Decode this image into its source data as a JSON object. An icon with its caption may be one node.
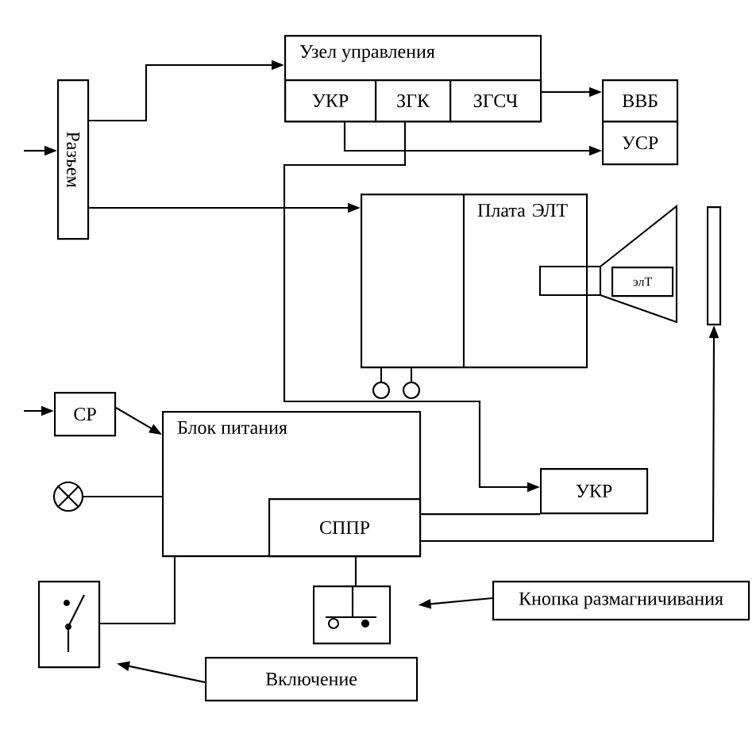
{
  "diagram": {
    "nodes": [
      {
        "text": [
          "Разъем"
        ]
      },
      {
        "text": [
          "Узел управления"
        ]
      },
      {
        "text": [
          "УКР"
        ],
        "in": 1
      },
      {
        "text": [
          "ЗГК"
        ],
        "in": 1
      },
      {
        "text": [
          "ЗГСЧ"
        ],
        "in": 1
      },
      {
        "text": [
          "ВВБ"
        ]
      },
      {
        "text": [
          "УСР"
        ]
      },
      {
        "text": [
          "Плата ЭЛТ"
        ]
      },
      {
        "text": [
          "элТ"
        ]
      },
      {
        "text": [],
        "shape": "box"
      },
      {
        "text": [
          "СР"
        ]
      },
      {
        "text": [],
        "shape": "circle"
      },
      {
        "text": [
          "Блок питания"
        ]
      },
      {
        "text": [
          "СППР"
        ],
        "in": 12
      },
      {
        "text": [
          "УКР"
        ]
      },
      {
        "text": [],
        "shape": "box"
      },
      {
        "text": [],
        "shape": "box"
      },
      {
        "text": [
          "Кнопка размагничивания"
        ]
      },
      {
        "text": [
          "Включение"
        ]
      }
    ],
    "edges": [
      {
        "from": null,
        "to": 0,
        "arrow": "to"
      },
      {
        "from": 0,
        "to": 1,
        "arrow": "to"
      },
      {
        "from": 0,
        "to": 7,
        "arrow": "to"
      },
      {
        "from": 4,
        "to": 5,
        "arrow": "to"
      },
      {
        "from": 2,
        "to": 6,
        "arrow": "to"
      },
      {
        "from": 3,
        "to": 14,
        "arrow": "to"
      },
      {
        "from": null,
        "to": 10,
        "arrow": "to"
      },
      {
        "from": 10,
        "to": 12,
        "arrow": "to"
      },
      {
        "from": 11,
        "to": 12,
        "arrow": "none"
      },
      {
        "from": 13,
        "to": 14,
        "arrow": "none"
      },
      {
        "from": 13,
        "to": 9,
        "arrow": "to"
      },
      {
        "from": 12,
        "to": 15,
        "arrow": "none"
      },
      {
        "from": 13,
        "to": 16,
        "arrow": "none"
      },
      {
        "from": 17,
        "to": 16,
        "arrow": "to"
      },
      {
        "from": 18,
        "to": 15,
        "arrow": "to"
      }
    ]
  }
}
